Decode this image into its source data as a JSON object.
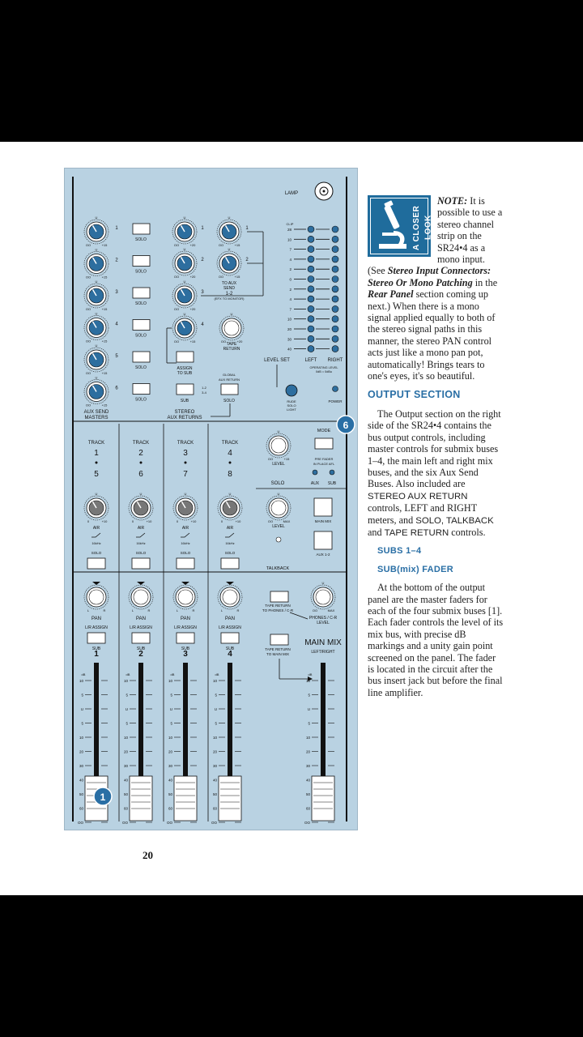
{
  "page_number": "20",
  "sidebar": {
    "logo_text": "A CLOSER LOOK",
    "note_label": "NOTE:",
    "note_text_1": " It is possible to use a stereo channel strip on the SR24•4 as a mono input. (See ",
    "note_em_1": "Stereo Input Connectors: Stereo Or Mono Patching",
    "note_text_2": " in the ",
    "note_em_2": "Rear Panel",
    "note_text_3": " section coming up next.) When there is a mono signal applied equally to both of the stereo signal paths in this manner, the stereo PAN control acts just like a mono pan pot, automatically! Brings tears to one's eyes, it's so beautiful.",
    "section_heading": "OUTPUT SECTION",
    "output_text_1": "The Output section on the right side of the SR24•4 contains the bus output controls, including master controls for submix buses 1–4, the main left and right mix buses, and the six Aux Send Buses. Also included are ",
    "output_sans_1": "STEREO AUX RETURN",
    "output_text_2": " controls, LEFT and RIGHT meters, and ",
    "output_sans_2": "SOLO, TALKBACK",
    "output_text_3": " and ",
    "output_sans_3": "TAPE RETURN",
    "output_text_4": " controls.",
    "subheading_1": "SUBS 1–4",
    "subheading_2": "SUB(mix) FADER",
    "subs_text": "At the bottom of the output panel are the master faders for each of the four submix buses [1]. Each fader controls the level of its mix bus, with precise dB markings and a unity gain point screened on the panel. The fader is located in the circuit after the bus insert jack but before the final line amplifier."
  },
  "panel": {
    "lamp": "LAMP",
    "knob_min": "OO",
    "knob_plus15": "+15",
    "knob_plus20": "+20",
    "knob_plus10": "+10",
    "knob_zero": "0",
    "knob_u": "U",
    "solo": "SOLO",
    "aux_send_masters": "AUX SEND",
    "aux_send_masters_2": "MASTERS",
    "stereo_aux_returns": "STEREO",
    "stereo_aux_returns_2": "AUX RETURNS",
    "to_aux_send": "TO AUX",
    "to_aux_send_2": "SEND",
    "to_aux_send_3": "1-2",
    "to_aux_send_4": "(EFX TO MONITOR)",
    "tape_return": "TAPE",
    "tape_return_2": "RETURN",
    "assign_to_sub": "ASSIGN",
    "assign_to_sub_2": "TO SUB",
    "sub": "SUB",
    "sub_arrows": "1-2",
    "sub_arrows_2": "3-4",
    "global_aux_return": "GLOBAL",
    "global_aux_return_2": "AUX RETURN",
    "clip": "CLIP",
    "meter_scale": [
      "28",
      "10",
      "7",
      "4",
      "2",
      "0",
      "2",
      "4",
      "7",
      "10",
      "20",
      "30",
      "40"
    ],
    "level_set": "LEVEL SET",
    "left": "LEFT",
    "right": "RIGHT",
    "operating_level": "OPERATING LEVEL",
    "operating_level_2": "0dB = 0dBu",
    "rude_solo_light": "RUDE",
    "rude_solo_light_2": "SOLO",
    "rude_solo_light_3": "LIGHT",
    "power": "POWER",
    "callout_6": "6",
    "callout_1": "1",
    "track": "TRACK",
    "tracks": [
      [
        "1",
        "5"
      ],
      [
        "2",
        "6"
      ],
      [
        "3",
        "7"
      ],
      [
        "4",
        "8"
      ]
    ],
    "air": "AIR",
    "khz": "16kHz",
    "pan": "PAN",
    "pan_l": "L",
    "pan_r": "R",
    "lr_assign": "L/R ASSIGN",
    "sub_numbers": [
      "1",
      "2",
      "3",
      "4"
    ],
    "level": "LEVEL",
    "max": "MAX",
    "mode": "MODE",
    "pre_fader": "PRE FADER",
    "in_place_afl": "IN PLACE AFL",
    "aux": "AUX",
    "solo_section": "SOLO",
    "main_mix_button": "MAIN MIX",
    "aux_1_2": "AUX 1-2",
    "talkback": "TALKBACK",
    "tape_return_to_phones": "TAPE RETURN",
    "tape_return_to_phones_2": "TO PHONES / C-R",
    "phones_cr_level": "PHONES / C-R",
    "phones_cr_level_2": "LEVEL",
    "tape_return_to_main": "TAPE RETURN",
    "tape_return_to_main_2": "TO MAIN MIX",
    "main_mix": "MAIN MIX",
    "left_right": "LEFT/RIGHT",
    "db": "dB",
    "fader_scale": [
      "10",
      "5",
      "U",
      "5",
      "10",
      "20",
      "30",
      "40",
      "50",
      "60",
      "OO"
    ]
  },
  "colors": {
    "panel_bg": "#b9d2e2",
    "accent_blue": "#2a6fa5",
    "logo_blue": "#1f6c9c",
    "knob_blue": "#2d6e9f",
    "knob_gray": "#777777"
  }
}
